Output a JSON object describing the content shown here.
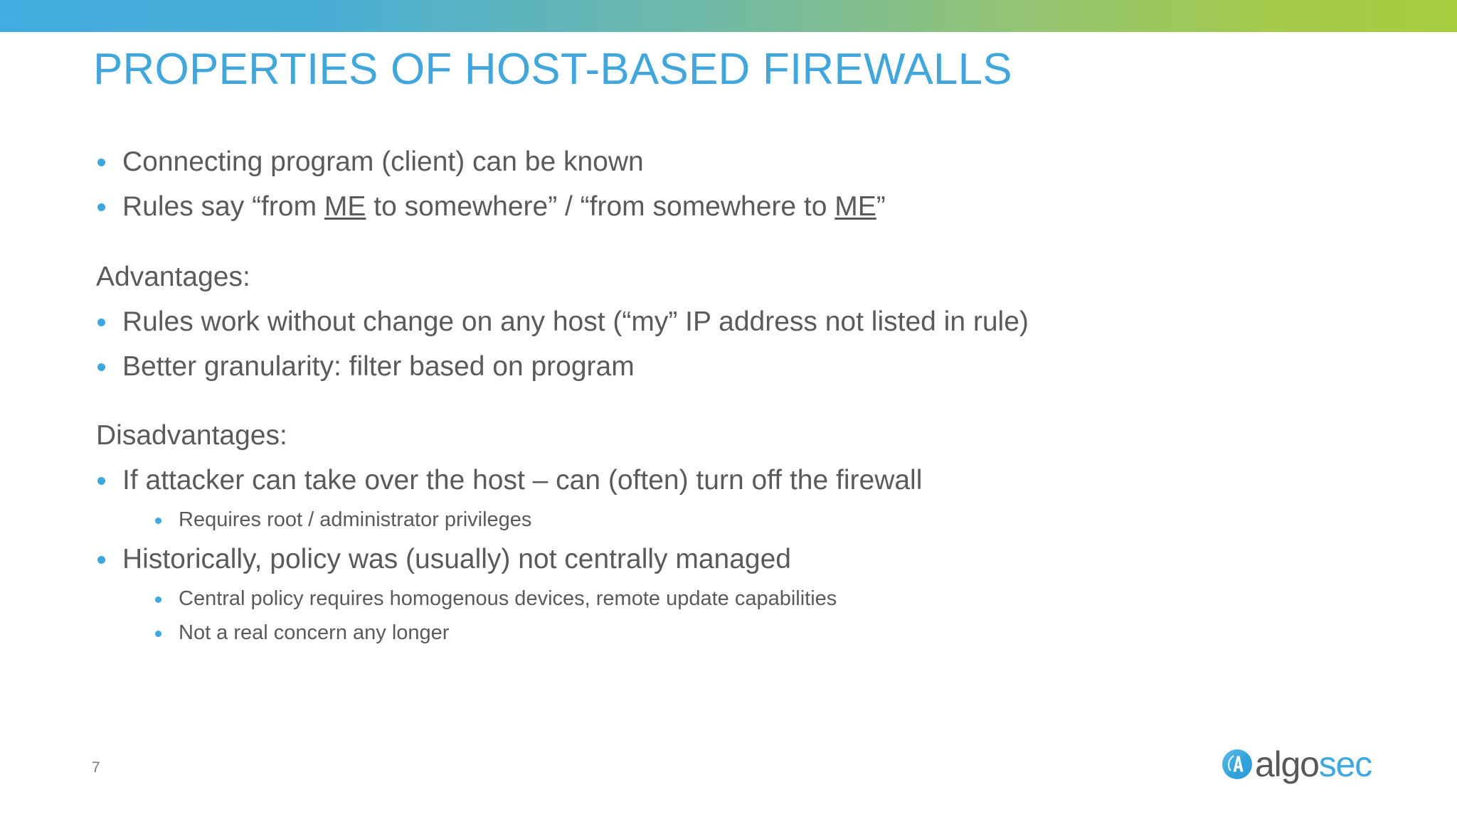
{
  "slide": {
    "title": "PROPERTIES OF HOST-BASED FIREWALLS",
    "page_number": "7",
    "colors": {
      "title": "#41A6DC",
      "body_text": "#5A5A5A",
      "bullet": "#3FA8DE",
      "band_start": "#41ACE0",
      "band_end": "#A7CC3E",
      "logo_dark": "#58585A",
      "logo_blue": "#3FA8DE"
    }
  },
  "top_band": {
    "icon": "gradient-band"
  },
  "content": {
    "intro_bullets": [
      {
        "text": "Connecting program (client) can be known"
      },
      {
        "parts": [
          {
            "text": "Rules say “from "
          },
          {
            "text": "ME",
            "underline": true
          },
          {
            "text": " to somewhere”  / “from somewhere to "
          },
          {
            "text": "ME",
            "underline": true
          },
          {
            "text": "”"
          }
        ]
      }
    ],
    "advantages": {
      "heading": "Advantages:",
      "bullets": [
        "Rules work without change on any host (“my” IP address not listed in rule)",
        "Better granularity: filter based on program"
      ]
    },
    "disadvantages": {
      "heading": "Disadvantages:",
      "items": [
        {
          "text": "If attacker can take over the host – can (often) turn off the firewall",
          "sub": [
            "Requires root / administrator privileges"
          ]
        },
        {
          "text": "Historically, policy was (usually) not centrally managed",
          "sub": [
            "Central policy requires homogenous devices, remote update capabilities",
            "Not a real concern any longer"
          ]
        }
      ]
    }
  },
  "logo": {
    "mark": "algosec-circle-a-mark",
    "word_dark": "algo",
    "word_blue": "sec"
  }
}
